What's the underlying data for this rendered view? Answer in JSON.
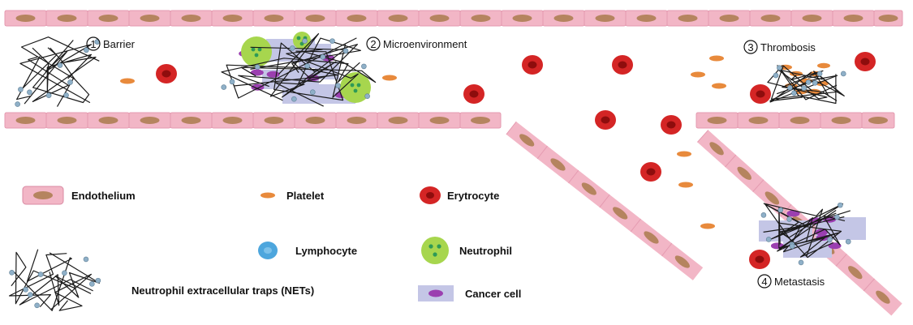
{
  "diagram": {
    "events": [
      {
        "number": "1",
        "label": "Barrier"
      },
      {
        "number": "2",
        "label": "Microenvironment"
      },
      {
        "number": "3",
        "label": "Thrombosis"
      },
      {
        "number": "4",
        "label": "Metastasis"
      }
    ],
    "legend": {
      "endothelium": "Endothelium",
      "platelet": "Platelet",
      "erythrocyte": "Erytrocyte",
      "lymphocyte": "Lymphocyte",
      "neutrophil": "Neutrophil",
      "nets": "Neutrophil extracellular traps (NETs)",
      "cancer_cell": "Cancer cell"
    },
    "colors": {
      "endothelium_fill": "#f2b6c6",
      "endothelium_nucleus": "#b5845f",
      "platelet": "#e88a3c",
      "erythrocyte": "#d42525",
      "erythrocyte_center": "#8e0d0d",
      "lymphocyte": "#4da6dd",
      "neutrophil": "#a7d64e",
      "neutrophil_granule": "#2e9a57",
      "cancer_cell": "#c4c6e6",
      "cancer_nucleus": "#9b3fb0",
      "net_strand": "#1a1a1a",
      "net_node": "#8fb0c8"
    }
  }
}
